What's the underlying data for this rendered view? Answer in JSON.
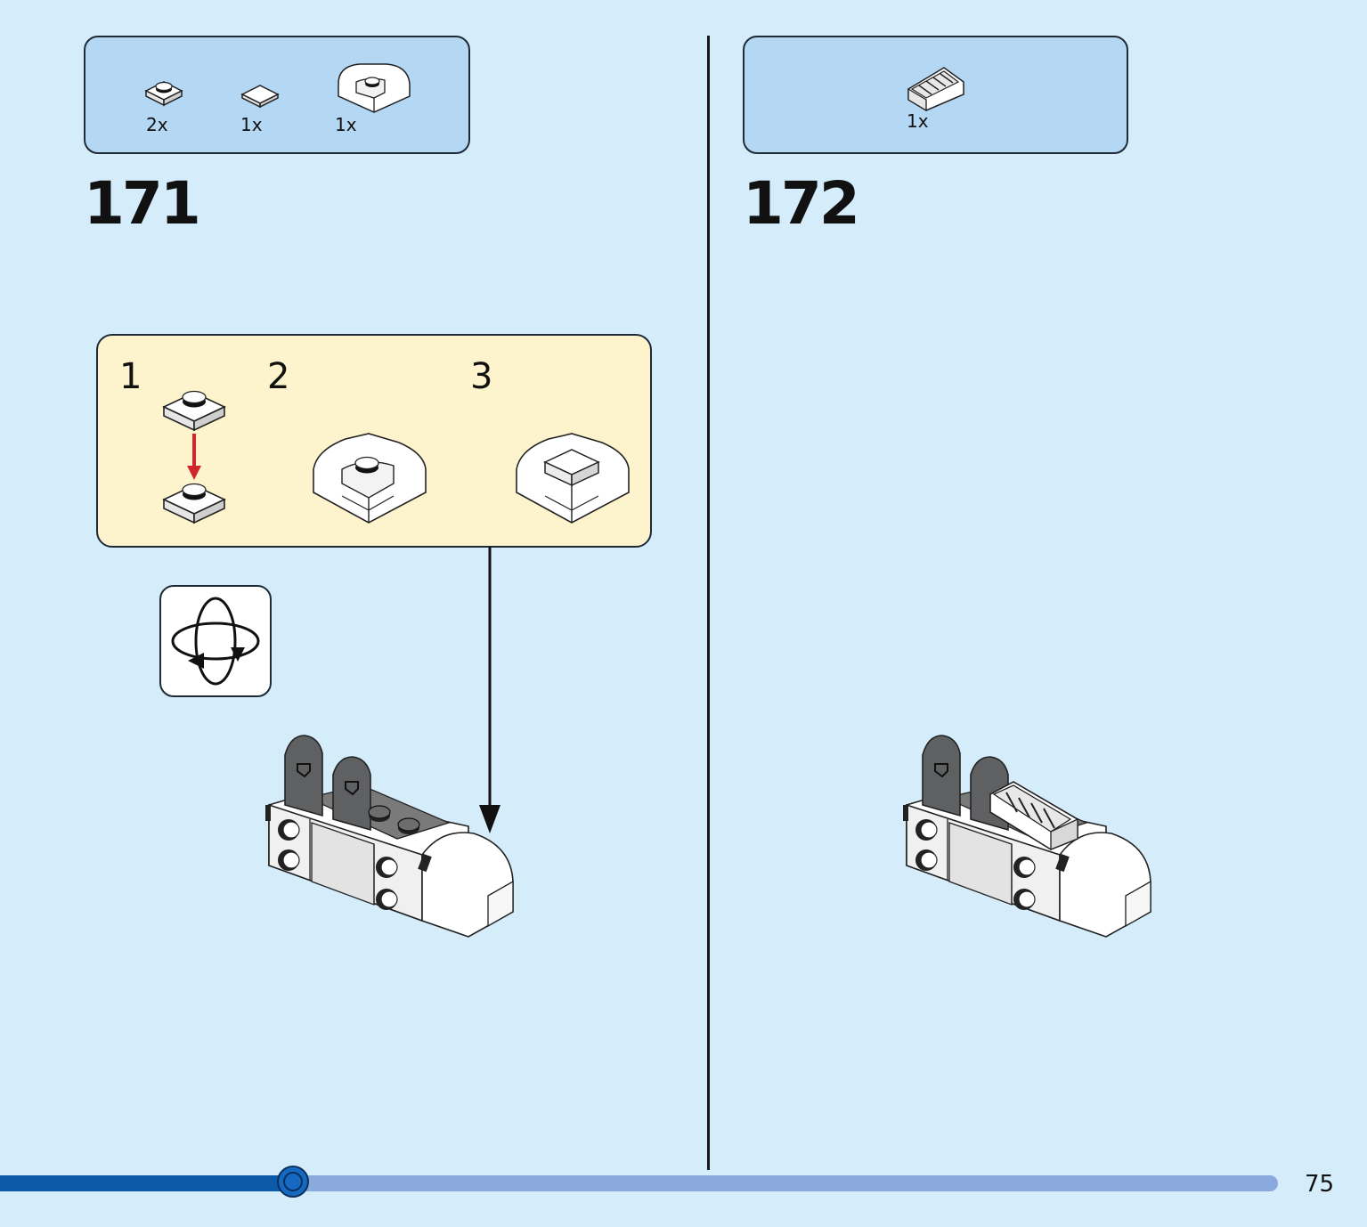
{
  "step_171": {
    "number": "171",
    "parts": [
      {
        "qty": "2x",
        "icon": "round-plate-1x1-icon"
      },
      {
        "qty": "1x",
        "icon": "tile-1x1-icon"
      },
      {
        "qty": "1x",
        "icon": "curved-brick-icon"
      }
    ],
    "sub_steps": [
      "1",
      "2",
      "3"
    ]
  },
  "step_172": {
    "number": "172",
    "parts": [
      {
        "qty": "1x",
        "icon": "slope-grille-icon"
      }
    ]
  },
  "arrow_color": "#d0272c",
  "progress": {
    "value": 0.2295
  },
  "page_number": "75"
}
